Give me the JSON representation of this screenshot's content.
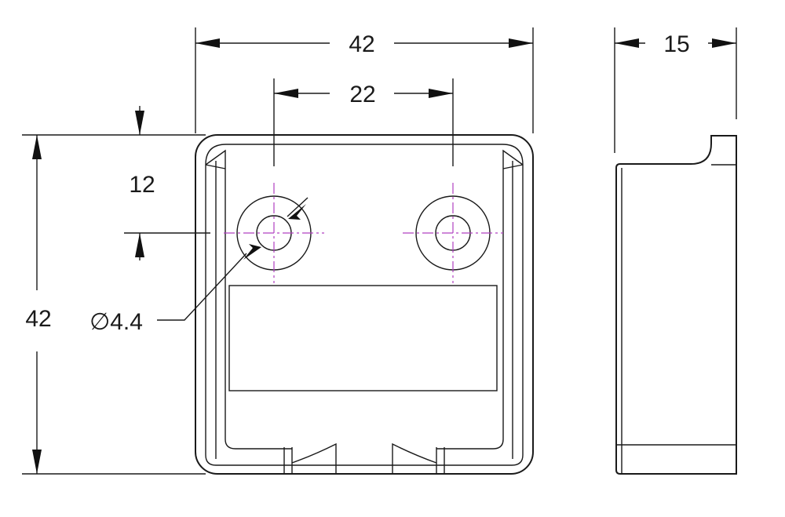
{
  "drawing": {
    "dimensions": {
      "overall_width": "42",
      "hole_spacing": "22",
      "overall_height": "42",
      "hole_offset": "12",
      "depth": "15",
      "hole_diameter": "∅4.4"
    },
    "colors": {
      "outline": "#1a1a1a",
      "centerline": "#b040c0"
    }
  }
}
